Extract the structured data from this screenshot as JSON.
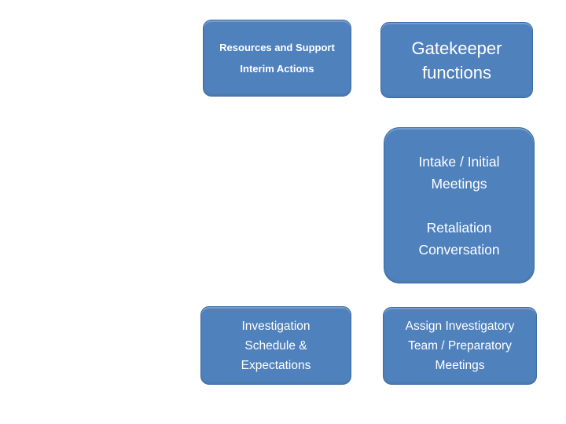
{
  "slide": {
    "nodes": {
      "resources_interim": {
        "line1": "Resources and Support",
        "line2": "Interim Actions"
      },
      "gatekeeper": {
        "line1": "Gatekeeper",
        "line2": "functions"
      },
      "intake_retaliation": {
        "p1_line1": "Intake / Initial",
        "p1_line2": "Meetings",
        "p2_line1": "Retaliation",
        "p2_line2": "Conversation"
      },
      "investigation_schedule": {
        "line1": "Investigation",
        "line2": "Schedule &",
        "line3": "Expectations"
      },
      "assign_team": {
        "line1": "Assign Investigatory",
        "line2": "Team / Preparatory",
        "line3": "Meetings"
      }
    },
    "colors": {
      "background": "#ffffff",
      "node_fill": "#4f81bd",
      "node_border": "#3d6ba3",
      "node_text": "#ffffff"
    }
  }
}
